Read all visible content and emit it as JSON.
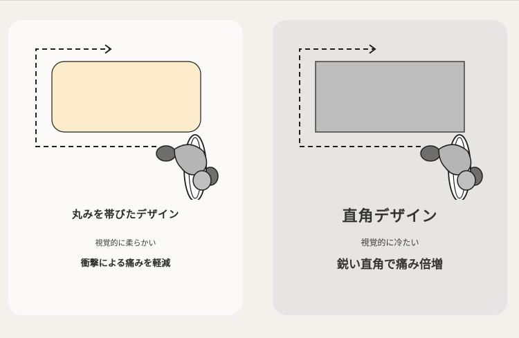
{
  "left_card": {
    "title": "丸みを帯びたデザイン",
    "subtitle": "視覚的に柔らかい",
    "note": "衝撃による痛みを軽減",
    "box_color": "#fdeccb"
  },
  "right_card": {
    "title": "直角デザイン",
    "subtitle": "視覚的に冷たい",
    "note": "鋭い直角で痛み倍増",
    "box_color": "#bdbdbd"
  },
  "colors": {
    "background": "#f4f1ec",
    "left_card_bg": "#fbfaf8",
    "right_card_bg": "#e6e5e3",
    "stroke": "#1e1e1e",
    "foot_gray": "#8c8c8c"
  }
}
